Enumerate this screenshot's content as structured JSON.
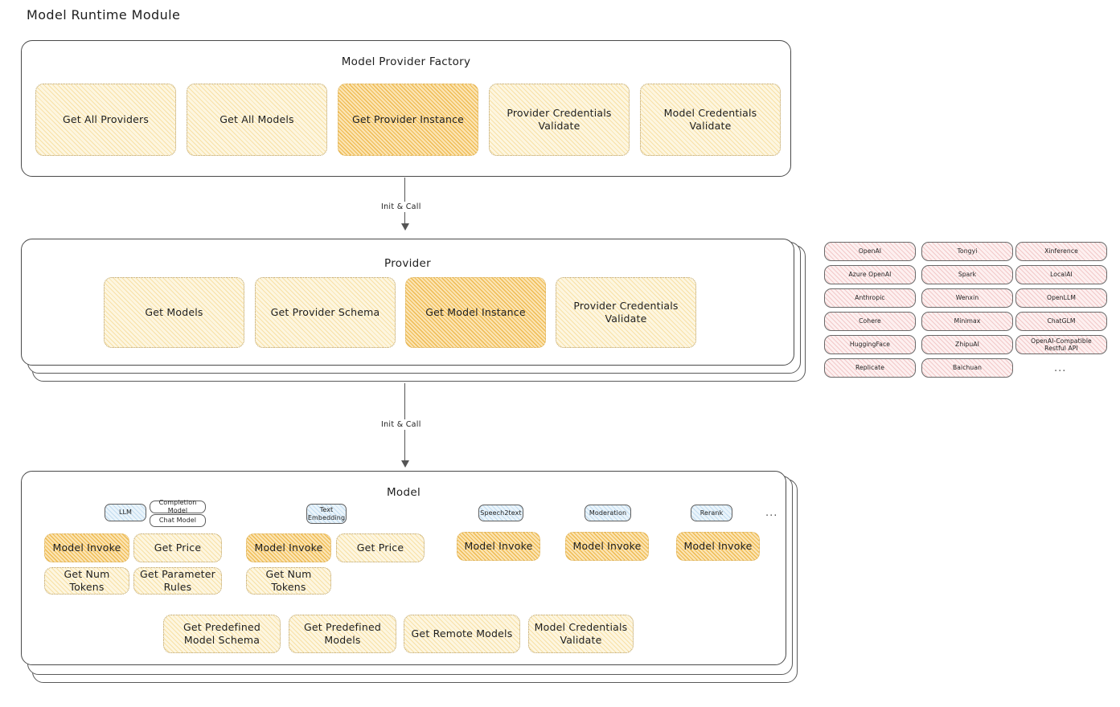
{
  "page": {
    "title": "Model Runtime Module"
  },
  "colors": {
    "accent_strong": "#fbe4b3",
    "accent_light": "#fdf6e0",
    "provider_pink": "#fdf0f0",
    "model_type_blue": "#eaf4fb",
    "stroke": "#1e1e1e"
  },
  "factory": {
    "title": "Model Provider Factory",
    "nodes": [
      {
        "label": "Get All Providers",
        "highlight": false
      },
      {
        "label": "Get All Models",
        "highlight": false
      },
      {
        "label": "Get Provider Instance",
        "highlight": true
      },
      {
        "label": "Provider Credentials Validate",
        "highlight": false
      },
      {
        "label": "Model Credentials Validate",
        "highlight": false
      }
    ]
  },
  "arrows": [
    {
      "label": "Init & Call",
      "from": "Model Provider Factory",
      "to": "Provider"
    },
    {
      "label": "Init & Call",
      "from": "Provider",
      "to": "Model"
    }
  ],
  "provider": {
    "title": "Provider",
    "nodes": [
      {
        "label": "Get Models",
        "highlight": false
      },
      {
        "label": "Get Provider Schema",
        "highlight": false
      },
      {
        "label": "Get Model Instance",
        "highlight": true
      },
      {
        "label": "Provider Credentials Validate",
        "highlight": false
      }
    ]
  },
  "provider_list": {
    "columns": [
      {
        "items": [
          "OpenAI",
          "Azure OpenAI",
          "Anthropic",
          "Cohere",
          "HuggingFace",
          "Replicate"
        ]
      },
      {
        "items": [
          "Tongyi",
          "Spark",
          "Wenxin",
          "Minimax",
          "ZhipuAI",
          "Baichuan"
        ]
      },
      {
        "items": [
          "Xinference",
          "LocalAI",
          "OpenLLM",
          "ChatGLM",
          "OpenAI-Compatible Restful API"
        ]
      }
    ],
    "more": "..."
  },
  "model": {
    "title": "Model",
    "more": "...",
    "types": [
      {
        "badge": "LLM",
        "sub_badges": [
          "Completion Model",
          "Chat Model"
        ],
        "methods_row1": [
          {
            "label": "Model Invoke",
            "highlight": true
          },
          {
            "label": "Get Price",
            "highlight": false
          }
        ],
        "methods_row2": [
          {
            "label": "Get Num Tokens",
            "highlight": false
          },
          {
            "label": "Get Parameter Rules",
            "highlight": false
          }
        ]
      },
      {
        "badge": "Text Embedding",
        "sub_badges": [],
        "methods_row1": [
          {
            "label": "Model Invoke",
            "highlight": true
          },
          {
            "label": "Get Price",
            "highlight": false
          }
        ],
        "methods_row2": [
          {
            "label": "Get Num Tokens",
            "highlight": false
          }
        ]
      },
      {
        "badge": "Speech2text",
        "sub_badges": [],
        "methods_row1": [
          {
            "label": "Model Invoke",
            "highlight": true
          }
        ],
        "methods_row2": []
      },
      {
        "badge": "Moderation",
        "sub_badges": [],
        "methods_row1": [
          {
            "label": "Model Invoke",
            "highlight": true
          }
        ],
        "methods_row2": []
      },
      {
        "badge": "Rerank",
        "sub_badges": [],
        "methods_row1": [
          {
            "label": "Model Invoke",
            "highlight": true
          }
        ],
        "methods_row2": []
      }
    ],
    "shared_methods": [
      "Get Predefined Model Schema",
      "Get Predefined Models",
      "Get Remote Models",
      "Model Credentials Validate"
    ]
  }
}
